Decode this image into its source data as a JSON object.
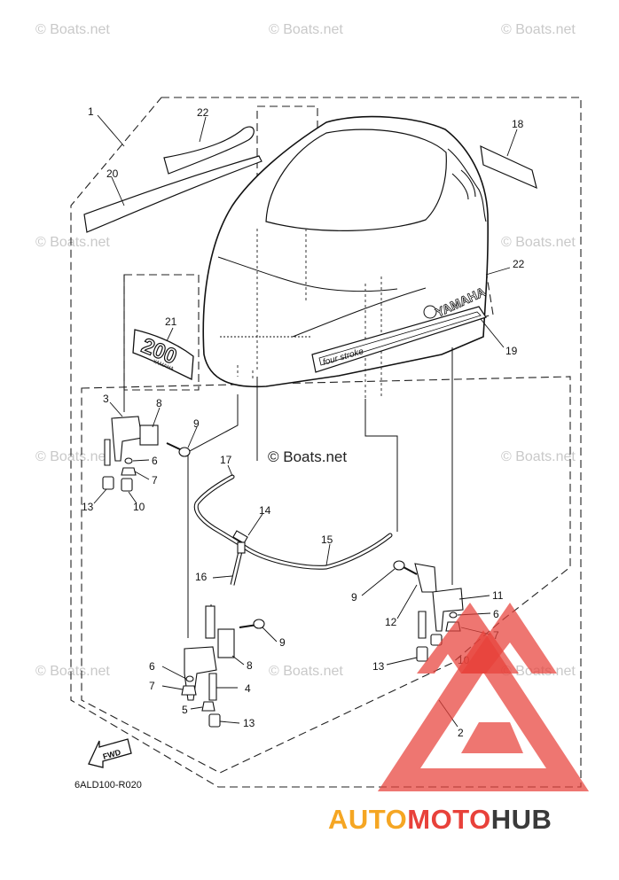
{
  "diagram": {
    "callouts": [
      {
        "id": "c1",
        "text": "1"
      },
      {
        "id": "c22a",
        "text": "22"
      },
      {
        "id": "c18",
        "text": "18"
      },
      {
        "id": "c20",
        "text": "20"
      },
      {
        "id": "c22b",
        "text": "22"
      },
      {
        "id": "c21",
        "text": "21"
      },
      {
        "id": "c19",
        "text": "19"
      },
      {
        "id": "c3",
        "text": "3"
      },
      {
        "id": "c8a",
        "text": "8"
      },
      {
        "id": "c9a",
        "text": "9"
      },
      {
        "id": "c6a",
        "text": "6"
      },
      {
        "id": "c7a",
        "text": "7"
      },
      {
        "id": "c13a",
        "text": "13"
      },
      {
        "id": "c10a",
        "text": "10"
      },
      {
        "id": "c17",
        "text": "17"
      },
      {
        "id": "c14",
        "text": "14"
      },
      {
        "id": "c15",
        "text": "15"
      },
      {
        "id": "c16",
        "text": "16"
      },
      {
        "id": "c9b",
        "text": "9"
      },
      {
        "id": "c8b",
        "text": "8"
      },
      {
        "id": "c6b",
        "text": "6"
      },
      {
        "id": "c7b",
        "text": "7"
      },
      {
        "id": "c4",
        "text": "4"
      },
      {
        "id": "c5",
        "text": "5"
      },
      {
        "id": "c13b",
        "text": "13"
      },
      {
        "id": "c9c",
        "text": "9"
      },
      {
        "id": "c11",
        "text": "11"
      },
      {
        "id": "c12",
        "text": "12"
      },
      {
        "id": "c6c",
        "text": "6"
      },
      {
        "id": "c7c",
        "text": "7"
      },
      {
        "id": "c13c",
        "text": "13"
      },
      {
        "id": "c10b",
        "text": "10"
      },
      {
        "id": "c2",
        "text": "2"
      }
    ],
    "drawing_code": "6ALD100-R020",
    "fwd_label": "FWD",
    "decal_brand": "YAMAHA",
    "decal_model_text": "four stroke",
    "decal_number": "200",
    "decal_small_brand": "YAMAHA"
  },
  "watermarks": {
    "text": "© Boats.net",
    "center_text": "© Boats.net"
  },
  "logo": {
    "part1": "AUTO",
    "part2": "MOTO",
    "part3": "HUB",
    "color_red": "#e8413a",
    "color_orange": "#f5a623",
    "color_dark": "#3a3a3a"
  }
}
